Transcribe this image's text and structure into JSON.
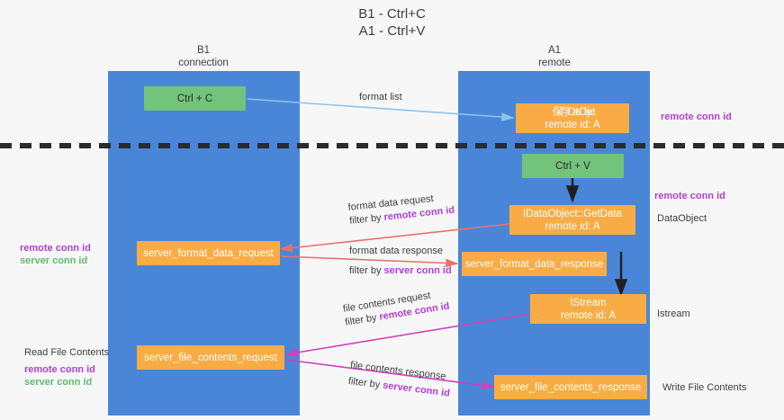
{
  "title": {
    "line1": "B1 - Ctrl+C",
    "line2": "A1 - Ctrl+V"
  },
  "columns": [
    {
      "name": "B1",
      "sub": "connection"
    },
    {
      "name": "A1",
      "sub": "remote"
    }
  ],
  "nodes": {
    "ctrl_c": {
      "label": "Ctrl + C"
    },
    "ctrl_v": {
      "label": "Ctrl + V"
    },
    "idataobject": {
      "label": "保存IDataObject",
      "sub": "remote id: A"
    },
    "getdata": {
      "label": "IDataObject::GetData",
      "sub": "remote id: A"
    },
    "istream": {
      "label": "IStream",
      "sub": "remote id: A"
    },
    "fmt_req": {
      "label": "server_format_data_request"
    },
    "fmt_resp": {
      "label": "server_format_data_response"
    },
    "file_req": {
      "label": "server_file_contents_request"
    },
    "file_resp": {
      "label": "server_file_contents_response"
    }
  },
  "edges": {
    "format_list": {
      "label": "format list"
    },
    "format_data_request": {
      "label": "format data request",
      "filter_prefix": "filter by ",
      "filter_key": "remote conn id"
    },
    "format_data_response": {
      "label": "format data response",
      "filter_prefix": "filter by ",
      "filter_key": "server conn id"
    },
    "file_contents_request": {
      "label": "file contents request",
      "filter_prefix": "filter by ",
      "filter_key": "remote conn id"
    },
    "file_contents_response": {
      "label": "file contents response",
      "filter_prefix": "filter by ",
      "filter_key": "server conn id"
    }
  },
  "annotations": {
    "right_top_remote": "remote conn id",
    "right_mid_remote": "remote conn id",
    "right_dataobject": "DataObject",
    "right_istream": "Istream",
    "right_write_file": "Write File Contents",
    "left_remote_1": "remote conn id",
    "left_server_1": "server conn id",
    "left_read_file": "Read File Contents",
    "left_remote_2": "remote conn id",
    "left_server_2": "server conn id"
  },
  "colors": {
    "lane": "#4a86d8",
    "node_orange": "#f9ac45",
    "node_green": "#72c37c",
    "arrow_blue": "#8fc2e8",
    "arrow_red": "#e8726a",
    "arrow_magenta": "#cc44bb",
    "arrow_black": "#1f1f1f",
    "divider": "#2b2b2b",
    "key_remote": "#b23fd6",
    "key_server": "#5fba6d"
  }
}
